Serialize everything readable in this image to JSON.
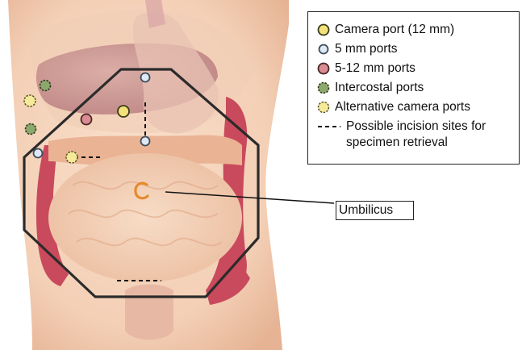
{
  "legend": {
    "items": [
      {
        "label": "Camera port (12 mm)",
        "icon": "yellow-solid-circle-icon",
        "fill": "#f2e27a",
        "stroke": "#3a3a1a",
        "dashed": false
      },
      {
        "label": "5 mm ports",
        "icon": "light-blue-circle-icon",
        "fill": "#dde9f4",
        "stroke": "#3c4a5a",
        "dashed": false
      },
      {
        "label": "5-12 mm ports",
        "icon": "red-circle-icon",
        "fill": "#d98c91",
        "stroke": "#4a2528",
        "dashed": false
      },
      {
        "label": "Intercostal ports",
        "icon": "green-dashed-circle-icon",
        "fill": "#8ca86c",
        "stroke": "#2d3a20",
        "dashed": true
      },
      {
        "label": "Alternative camera ports",
        "icon": "yellow-dashed-circle-icon",
        "fill": "#f4ea9a",
        "stroke": "#5a5420",
        "dashed": true
      }
    ],
    "incision_label": "Possible incision sites for specimen retrieval",
    "incision_icon": "dashed-line-icon"
  },
  "umbilicus_label": "Umbilicus",
  "colors": {
    "skin": "#f6d6bf",
    "skin_shadow": "#e9b99c",
    "organ_red": "#c9485a",
    "liver": "#b87a7a",
    "bowel": "#efc4a6",
    "octagon_stroke": "#2b2b2b",
    "umbilicus": "#e68a2e"
  }
}
